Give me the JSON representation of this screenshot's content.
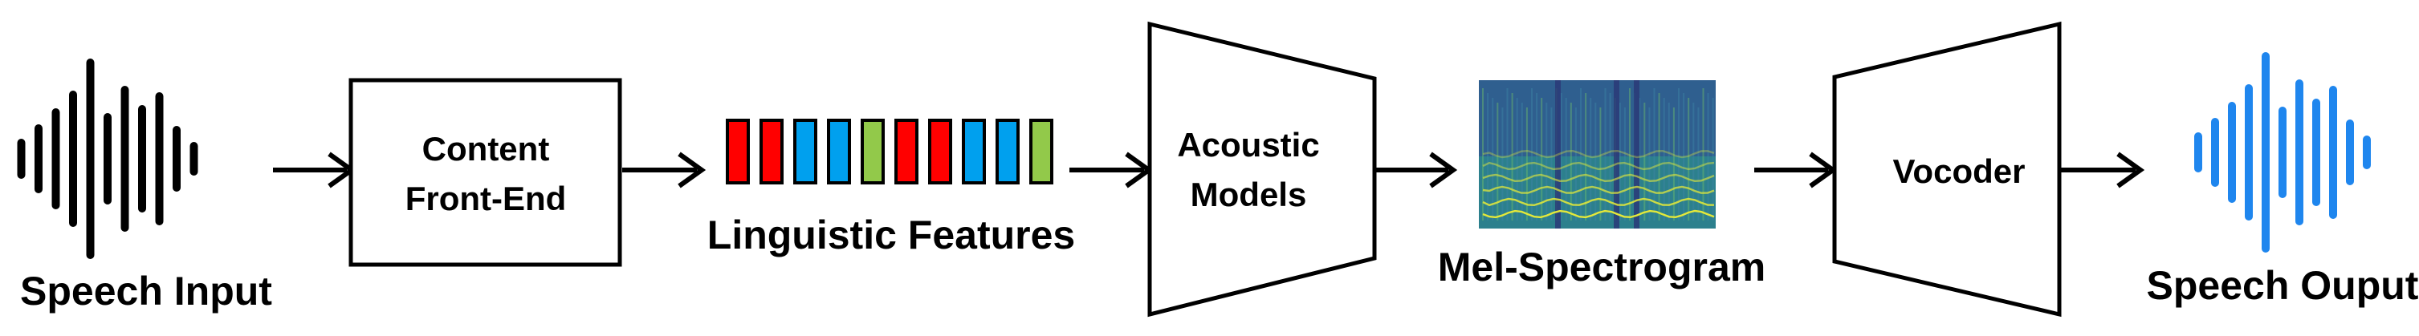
{
  "nodes": {
    "speech_input": {
      "label": "Speech Input",
      "icon": "waveform-icon",
      "color": "#000000"
    },
    "front_end": {
      "label_line1": "Content",
      "label_line2": "Front-End"
    },
    "linguistic_features": {
      "label": "Linguistic Features",
      "cell_colors": [
        "#ff0000",
        "#ff0000",
        "#00a0ee",
        "#00a0ee",
        "#92c94a",
        "#ff0000",
        "#ff0000",
        "#00a0ee",
        "#00a0ee",
        "#92c94a"
      ]
    },
    "acoustic_models": {
      "label_line1": "Acoustic",
      "label_line2": "Models"
    },
    "mel_spectrogram": {
      "label": "Mel-Spectrogram",
      "icon": "spectrogram-icon"
    },
    "vocoder": {
      "label": "Vocoder"
    },
    "speech_output": {
      "label": "Speech Ouput",
      "icon": "waveform-icon",
      "color": "#1f86ee"
    }
  },
  "colors": {
    "stroke": "#000000",
    "spectrogram_bg": "#2f5f8f",
    "spectrogram_band": "#2a9a8c",
    "spectrogram_harmonic": "#e3e83a"
  }
}
